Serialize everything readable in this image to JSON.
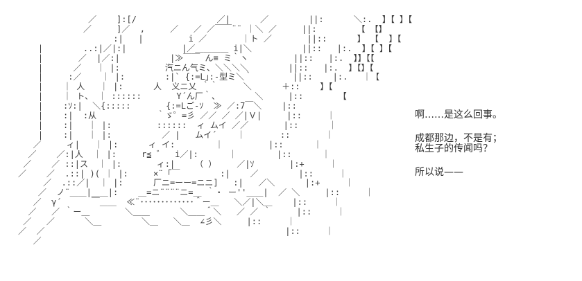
{
  "scene": {
    "background_color": "#ffffff",
    "art_color": "#3d3d3d",
    "text_color": "#2e2e2e"
  },
  "ascii_art": {
    "lines": [
      "              ／    ]:[/                ／|      ／        ||:      ＼:.  】【 】【",
      "             ／     ]／  ,     ／   ／ ／￣￣¨¨ ｜＼ ／     ||:        【 【】",
      "                   :|   |         i ／       ｜ト ／       ||::      】 【  】【",
      "    |        ..:|／|:|           |／＿＿＿＿ i|＼          ||::   |:.  】【 】【",
      "    |       ／  |／:|          |≫￣￣ ん≡ ミ｀ヽ         ||::   |:.  】】【【",
      "    |      ／   ｜ |:         汽ニん气ミ、＼＼＼＼        ||::   |:.  】【】【",
      "    |     :／    ｜ |:        :|` {:=L｣:-型ミ＼｀        ||::    |:.   ｜【",
      "    |    ｜ 人   ｜ |:      人  义ニ乂 ｀｀     ＼      ＋::    】【",
      "    |    ｜ ト、 ｜ ::::::       Y´ん厂｀、       ＼     |::       【",
      "    |    :ｿ:|  ＼{:::::       {:=Lご‐ｿ  ≫ ／:7￣＼    |::",
      "    |    :|  :从            ｀ゞ゜=彡 ／／ ／ ／|Ｖ|     |::     ｜",
      "    |    :|   ｜ |:         ::::::  ィ ムイ ／／       |::      ｜",
      "    |    :|   ｜ |:          ／ |   ムイ´    ｜       ::       ｜",
      "   ／     ィ|   ｜ |:      ィ イ:        ｜         |::      ｜",
      "  ／    ／:|人  ｜ |:     r≦ ゛  i／|:      ｜        |::      ｜",
      " ／    ／ ::|ス  ｜ |:       ィ:|    （ ）    ／|ｿ       |:+     ｜",
      "／    ／  .::| )( ｜ |:     ×¨「￣        :|    ／        |::     ｜",
      "     ／  .::／|  ｜ |:      厂ニ=ーー=ニニ]   :|   ／＼      |:+     ｜",
      "    ／  ノ¨＿＿|＿＿|:    ＿=ニ¨¨¨¨ニ=＿ ｀・ ー''＿＿|  ／ ＼     |::     ｜",
      "   ／  γ´      ￣＿＿  ≪¨･････････････＾ー＿   ＼／|＼＿    |::     ｜",
      "  ／   ／ ｀ー＿       ＼＿＿      ＼＿＿＾＼   ／ ／ ｀     |::     ｜",
      " ／   ／      ＼＿        ＼＿   ＼＿  ∠彡＼     |::     ｜",
      "／  ／                                                |::     ｜",
      "   ／"
    ]
  },
  "dialogue": {
    "paragraphs": [
      [
        "啊……是这么回事。"
      ],
      [
        "成都那边，不是有；",
        "私生子的传闻吗？"
      ],
      [
        "所以说——"
      ]
    ]
  }
}
